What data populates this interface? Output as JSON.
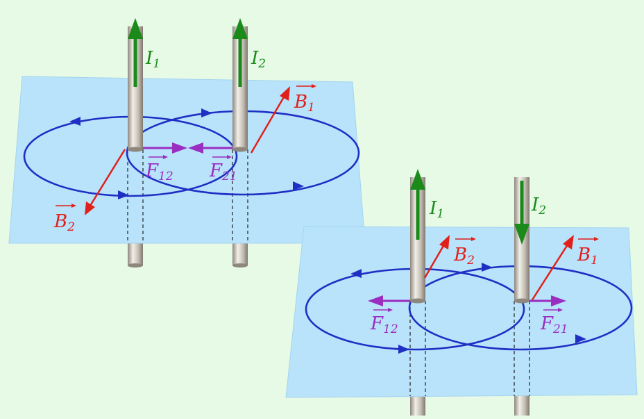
{
  "diagram_left": {
    "current_1": "I",
    "current_1_sub": "1",
    "current_2": "I",
    "current_2_sub": "2",
    "field_1": "B",
    "field_1_sub": "1",
    "field_2": "B",
    "field_2_sub": "2",
    "force_12": "F",
    "force_12_sub": "12",
    "force_21": "F",
    "force_21_sub": "21"
  },
  "diagram_right": {
    "current_1": "I",
    "current_1_sub": "1",
    "current_2": "I",
    "current_2_sub": "2",
    "field_1": "B",
    "field_1_sub": "1",
    "field_2": "B",
    "field_2_sub": "2",
    "force_12": "F",
    "force_12_sub": "12",
    "force_21": "F",
    "force_21_sub": "21"
  },
  "colors": {
    "background": "#e6fae6",
    "plane": "#b9e3fb",
    "field_lines": "#1f2fc4",
    "current": "#1a8a1a",
    "magnetic_field": "#e0201b",
    "force": "#9a2ec0",
    "wire": "#c8c2b8"
  }
}
